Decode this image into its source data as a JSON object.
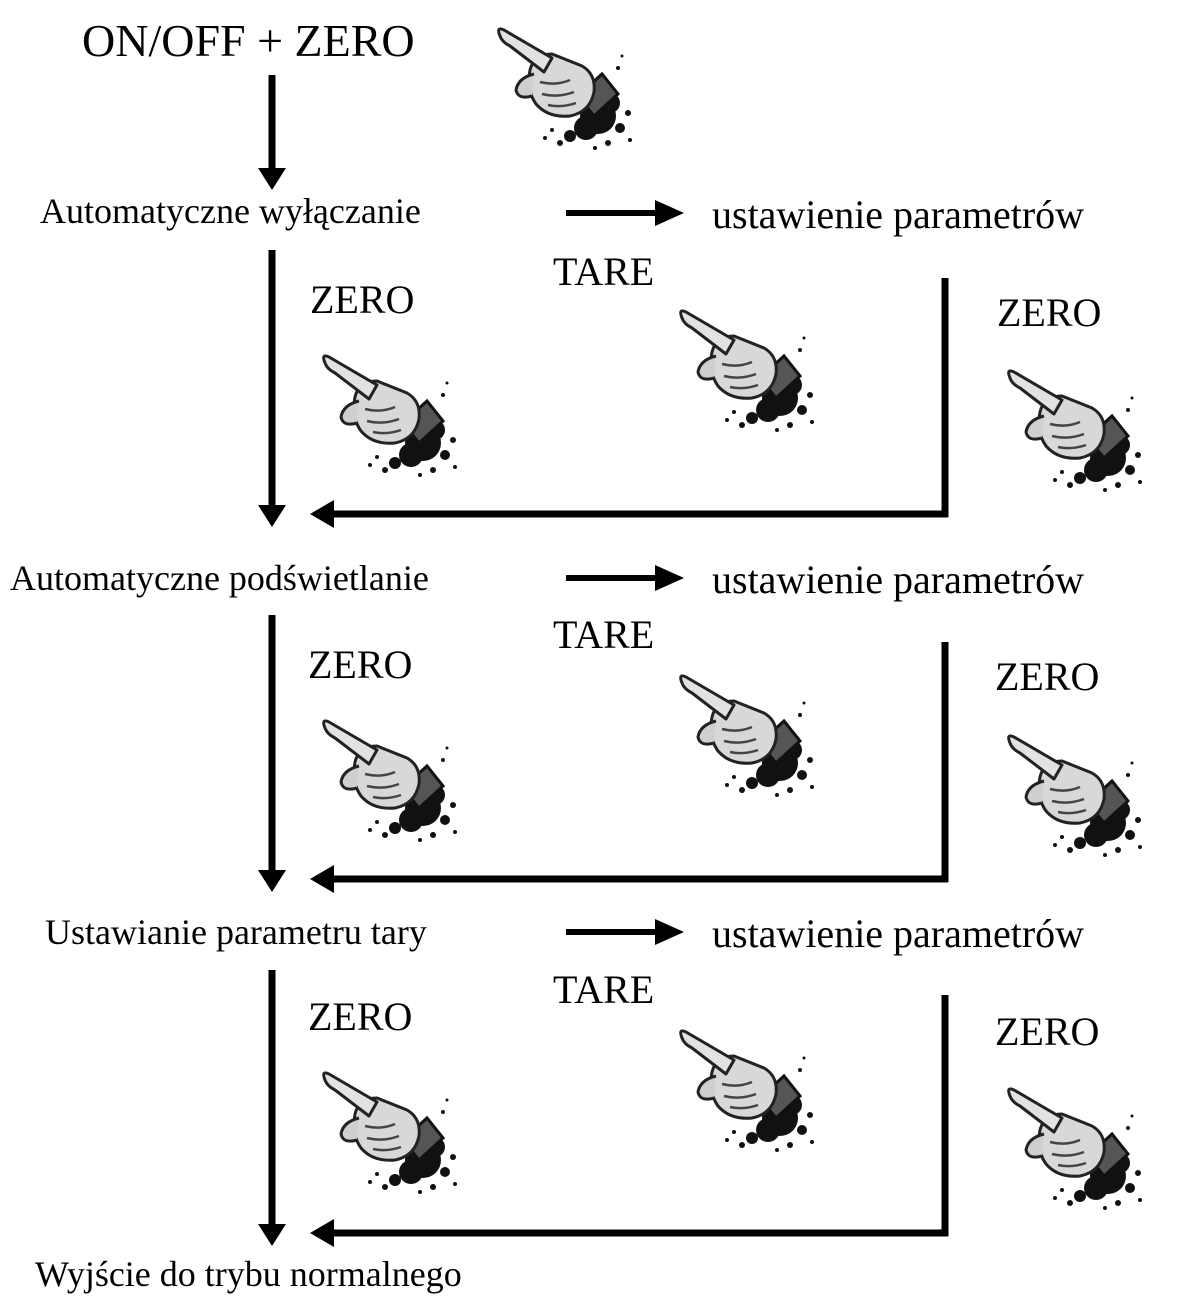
{
  "start_label": "ON/OFF + ZERO",
  "steps": [
    {
      "label": "Automatyczne wyłączanie",
      "param_label": "ustawienie parametrów",
      "tare_label": "TARE",
      "zero_left_label": "ZERO",
      "zero_right_label": "ZERO"
    },
    {
      "label": "Automatyczne podświetlanie",
      "param_label": "ustawienie parametrów",
      "tare_label": "TARE",
      "zero_left_label": "ZERO",
      "zero_right_label": "ZERO"
    },
    {
      "label": "Ustawianie parametru tary",
      "param_label": "ustawienie parametrów",
      "tare_label": "TARE",
      "zero_left_label": "ZERO",
      "zero_right_label": "ZERO"
    }
  ],
  "end_label": "Wyjście do trybu normalnego",
  "icon": "pointing-hand-icon"
}
